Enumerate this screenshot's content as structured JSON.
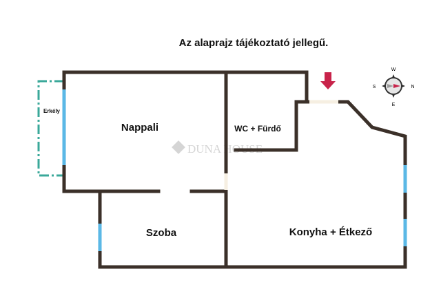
{
  "title": "Az alaprajz tájékoztató jellegű.",
  "rooms": {
    "erkely": "Erkély",
    "nappali": "Nappali",
    "wc": "WC + Fürdő",
    "szoba": "Szoba",
    "konyha": "Konyha + Étkező"
  },
  "watermark": "DUNA HOUSE",
  "compass": {
    "top": "W",
    "right": "N",
    "bottom": "E",
    "left": "S"
  },
  "colors": {
    "wall": "#3b3029",
    "window": "#5bb8e6",
    "balcony": "#3aa89a",
    "arrow": "#c8234a",
    "door": "#f6efe2"
  }
}
